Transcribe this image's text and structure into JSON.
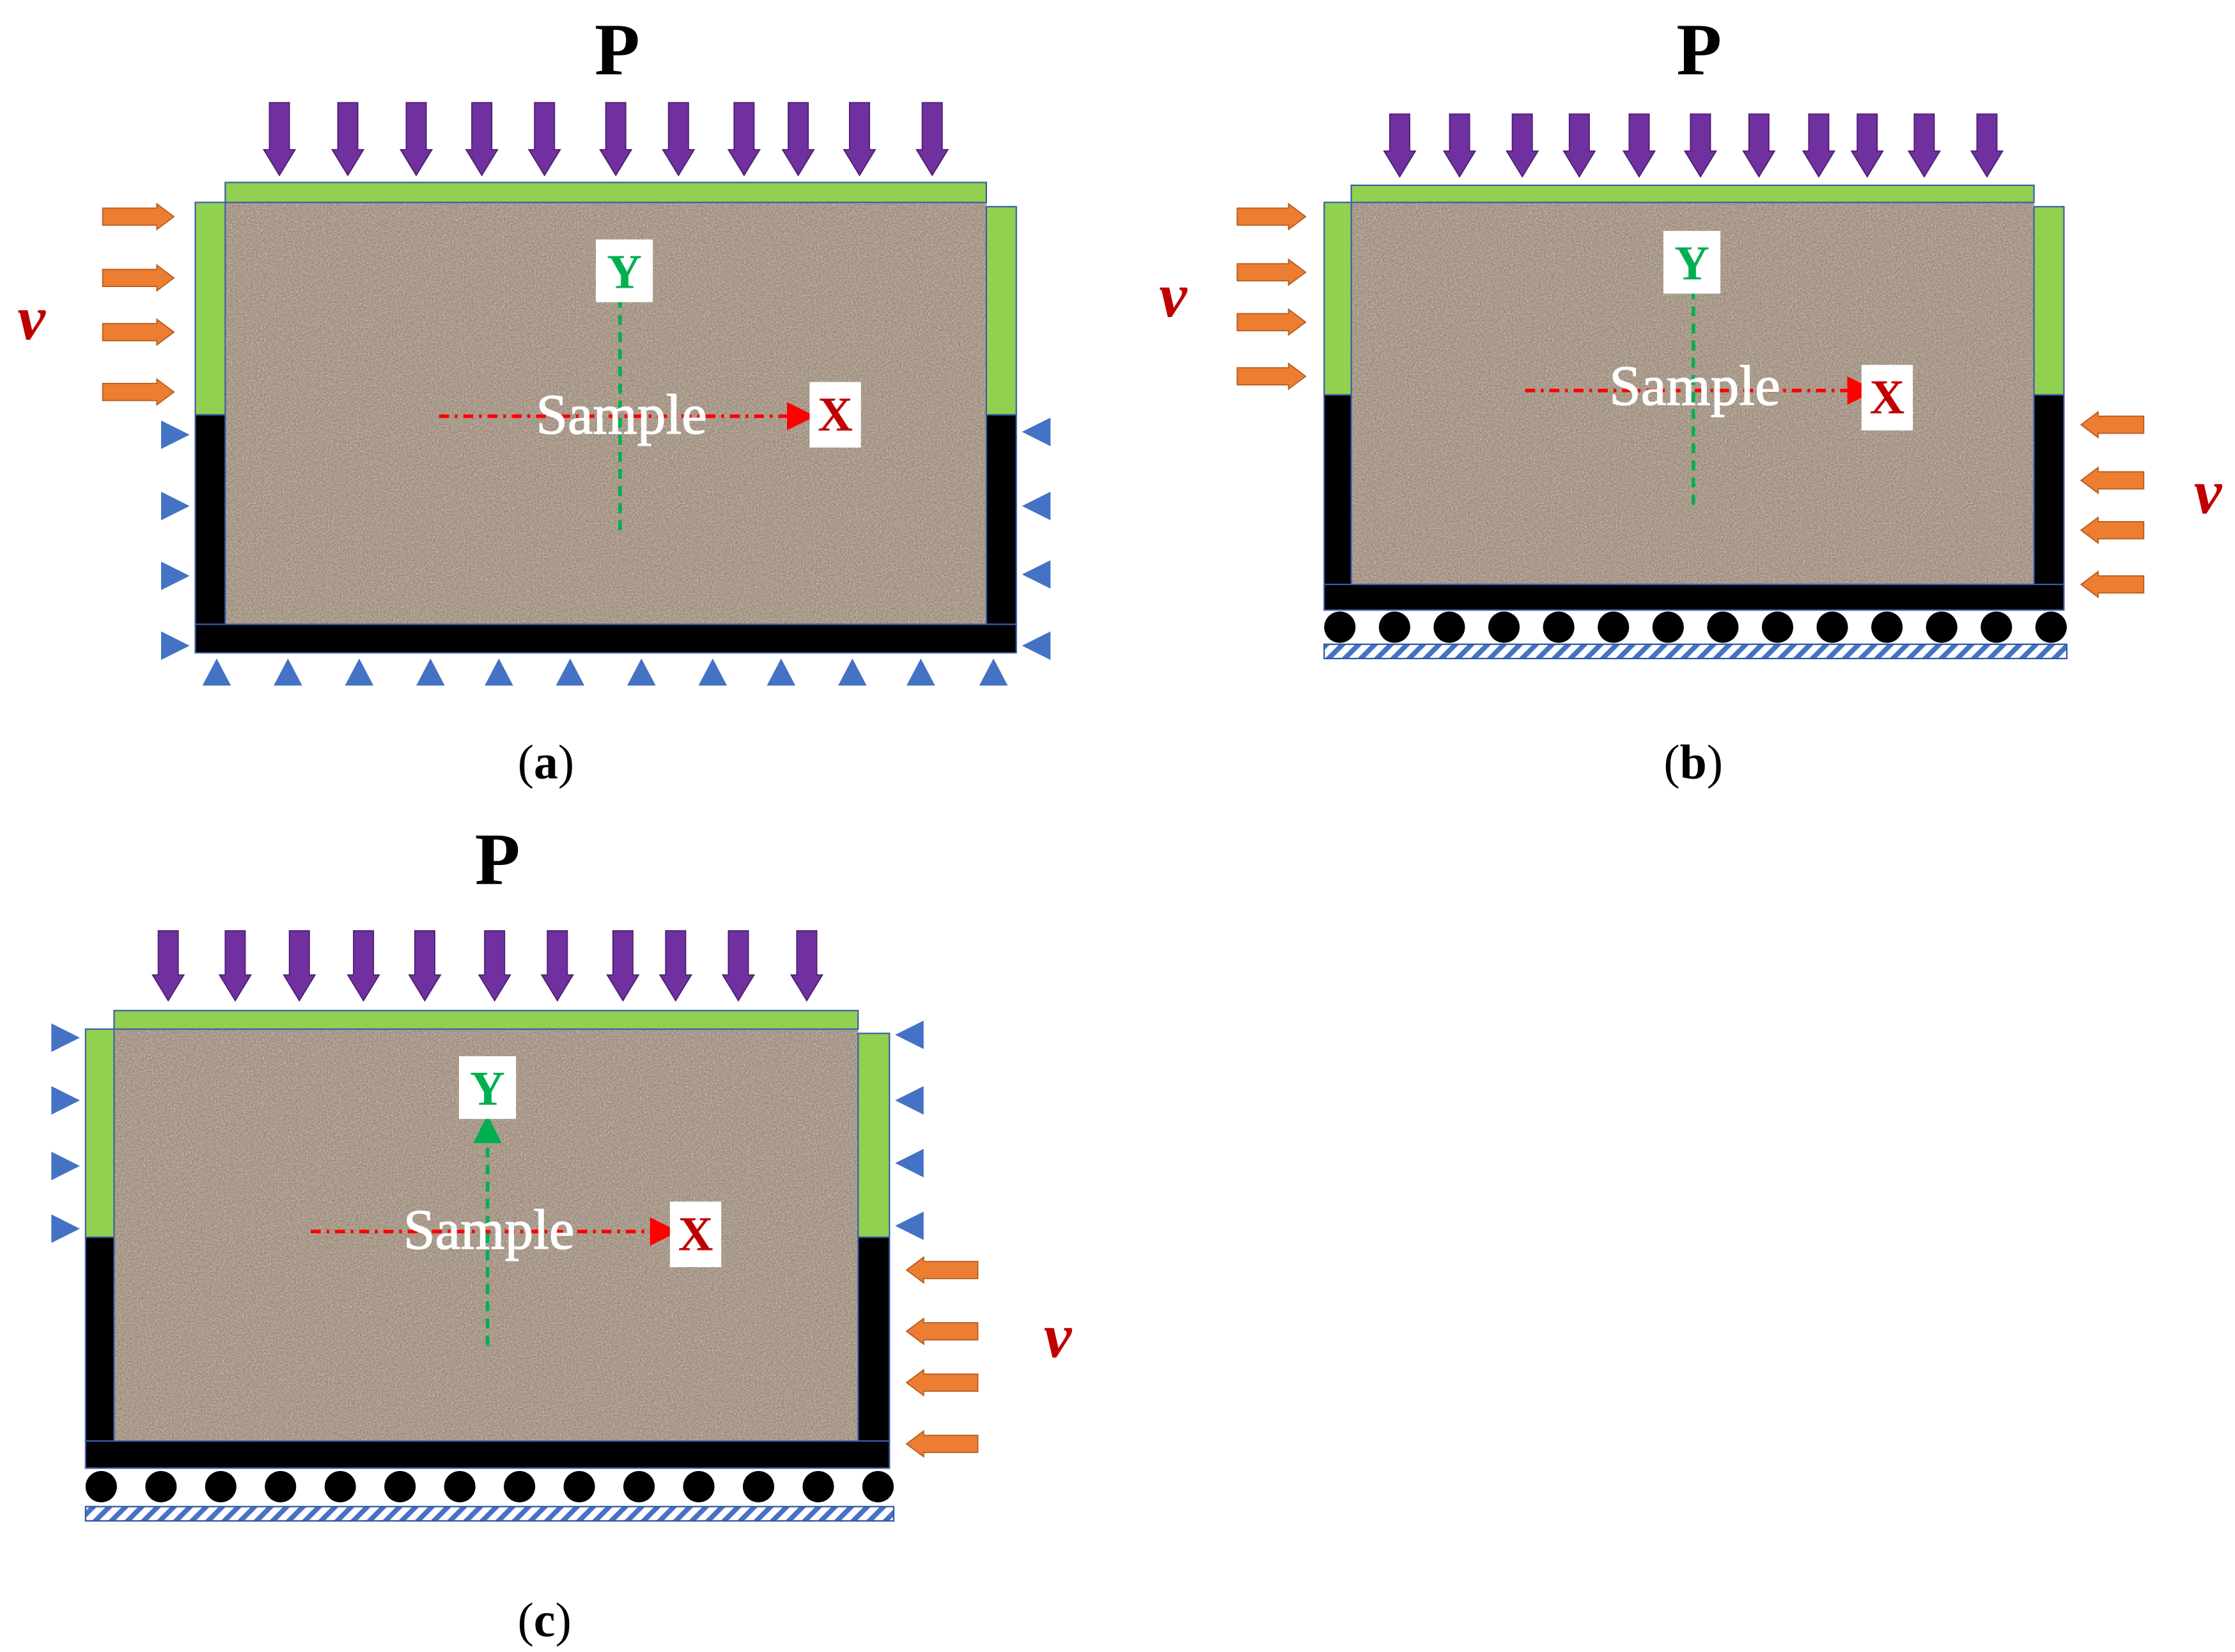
{
  "panels": [
    {
      "id": "a",
      "caption_open": "(",
      "caption_letter": "a",
      "caption_close": ")",
      "load_label": "P",
      "velocity_labels": [
        "v"
      ],
      "sample_label": "Sample",
      "x_axis_label": "X",
      "y_axis_label": "Y",
      "left_wall_upper": "loading-plate",
      "right_wall_upper": "loading-plate",
      "base_support": "pin"
    },
    {
      "id": "b",
      "caption_open": "(",
      "caption_letter": "b",
      "caption_close": ")",
      "load_label": "P",
      "velocity_labels": [
        "v",
        "v"
      ],
      "sample_label": "Sample",
      "x_axis_label": "X",
      "y_axis_label": "Y",
      "base_support": "rollers"
    },
    {
      "id": "c",
      "caption_open": "(",
      "caption_letter": "c",
      "caption_close": ")",
      "load_label": "P",
      "velocity_labels": [
        "v"
      ],
      "sample_label": "Sample",
      "x_axis_label": "X",
      "y_axis_label": "Y",
      "base_support": "rollers"
    }
  ],
  "colors": {
    "load_arrow": "#7030A0",
    "velocity_arrow": "#ED7D31",
    "velocity_label": "#C00000",
    "plate": "#92D050",
    "wall": "#000000",
    "sample": "#9C8B7A",
    "fixed_support": "#4472C4",
    "y_axis": "#00B050",
    "x_axis": "#FF0000"
  }
}
